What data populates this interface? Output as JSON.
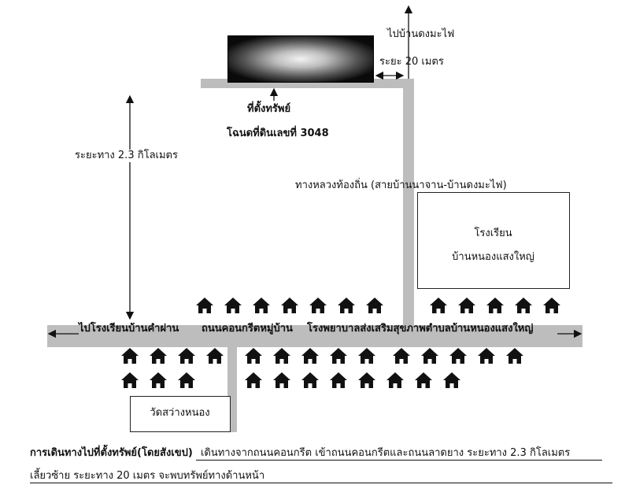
{
  "map": {
    "plot_label": "ที่ตั้งทรัพย์",
    "deed_label": "โฉนดที่ดินเลขที่ 3048",
    "distance_vertical": "ระยะทาง 2.3 กิโลเมตร",
    "to_village_top": "ไปบ้านดงมะไฟ",
    "distance_side": "ระยะ 20 เมตร",
    "local_road": "ทางหลวงท้องถิ่น (สายบ้านนาจาน-บ้านดงมะไฟ)",
    "school_line1": "โรงเรียน",
    "school_line2": "บ้านหนองแสงใหญ่",
    "to_school_left": "ไปโรงเรียนบ้านคำผ่าน",
    "main_road": "ถนนคอนกรีตหมู่บ้าน",
    "hospital": "โรงพยาบาลส่งเสริมสุขภาพตำบลบ้านหนองแสงใหญ่",
    "temple": "วัดสว่างหนอง"
  },
  "directions": {
    "heading": "การเดินทางไปที่ตั้งทรัพย์(โดยสังเขป)",
    "line1": "เดินทางจากถนนคอนกรีต เข้าถนนคอนกรีตและถนนลาดยาง ระยะทาง 2.3 กิโลเมตร",
    "line2": "เลี้ยวซ้าย ระยะทาง 20 เมตร จะพบทรัพย์ทางด้านหน้า"
  },
  "icons": {
    "house": "house-icon",
    "arrow": "arrow-icon"
  }
}
